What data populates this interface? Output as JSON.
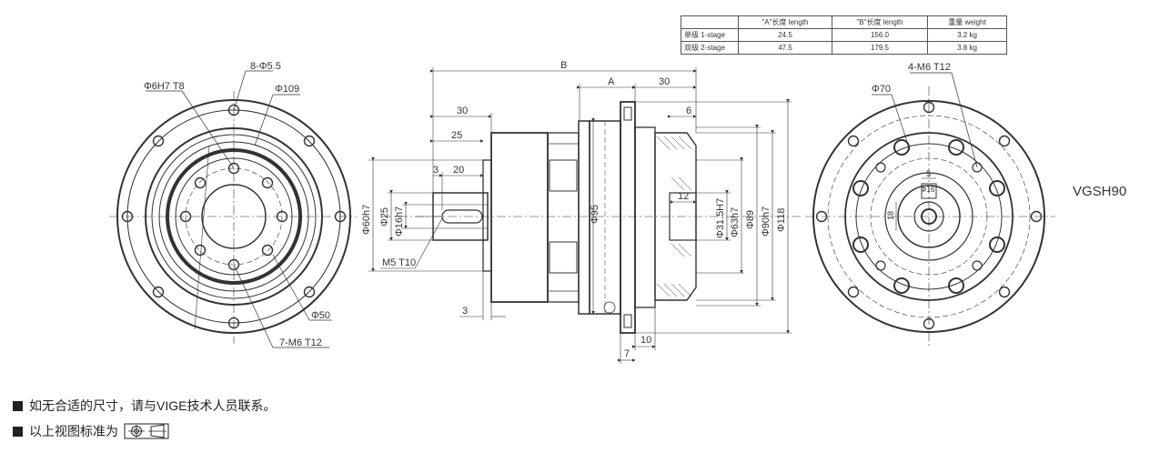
{
  "table": {
    "headers": [
      "",
      "\"A\"长度 length",
      "\"B\"长度  length",
      "重量 weight"
    ],
    "rows": [
      [
        "单级 1-stage",
        "24.5",
        "156.0",
        "3.2 kg"
      ],
      [
        "双级 2-stage",
        "47.5",
        "179.5",
        "3.8 kg"
      ]
    ]
  },
  "model": "VGSH90",
  "notes": {
    "note1": "如无合适的尺寸，请与VIGE技术人员联系。",
    "note2": "以上视图标准为"
  },
  "left_view": {
    "holes_outer": "8-Φ5.5",
    "pilot": "Φ6H7 T8",
    "pcd_outer": "Φ109",
    "pcd_inner": "Φ50",
    "tapped": "7-M6 T12"
  },
  "side_view": {
    "dims_top": [
      "B",
      "A",
      "30",
      "30",
      "25",
      "20",
      "3",
      "6"
    ],
    "shaft_dims": [
      "Φ60h7",
      "Φ25",
      "Φ16h7",
      "M5 T10"
    ],
    "mid_dims": [
      "Φ95",
      "Φ31.5H7",
      "Φ63h7",
      "Φ89",
      "Φ90h7",
      "Φ118"
    ],
    "bottom_dims": [
      "3",
      "10",
      "7"
    ],
    "twelve": "12"
  },
  "right_view": {
    "tapped": "4-M6 T12",
    "pcd": "Φ70",
    "key_width": "5",
    "key_height": "18",
    "bore": "Φ16"
  }
}
